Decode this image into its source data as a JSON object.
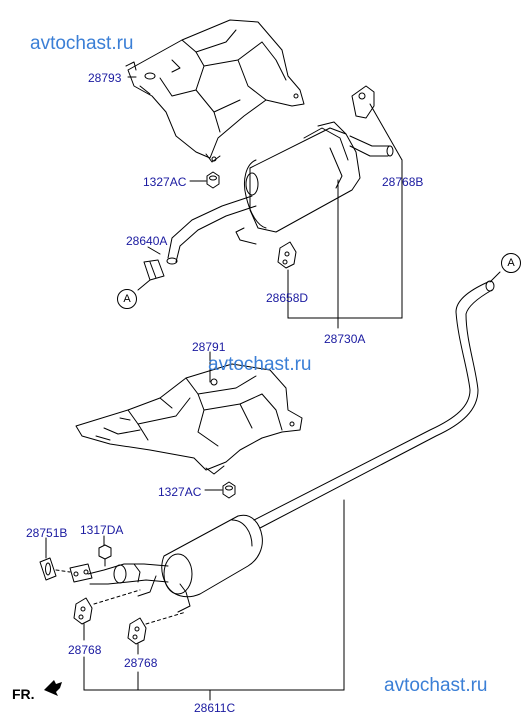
{
  "watermarks": {
    "top": "avtochast.ru",
    "middle": "avtochast.ru",
    "bottom": "avtochast.ru"
  },
  "colors": {
    "label": "#1a1aa0",
    "watermark": "#3b7fd6",
    "line": "#000000"
  },
  "labels": {
    "heat_shield_rear": "28793",
    "nut_upper": "1327AC",
    "rear_muffler_assy": "28768B",
    "tail_pipe": "28640A",
    "hanger_upper": "28658D",
    "muffler_assy": "28730A",
    "heat_shield_center": "28791",
    "nut_lower": "1327AC",
    "gasket": "28751B",
    "bolt": "1317DA",
    "hanger_left": "28768",
    "hanger_right": "28768",
    "center_muffler_assy": "28611C"
  },
  "connectors": {
    "a_upper": "A",
    "a_lower": "A"
  },
  "direction": {
    "front": "FR."
  }
}
